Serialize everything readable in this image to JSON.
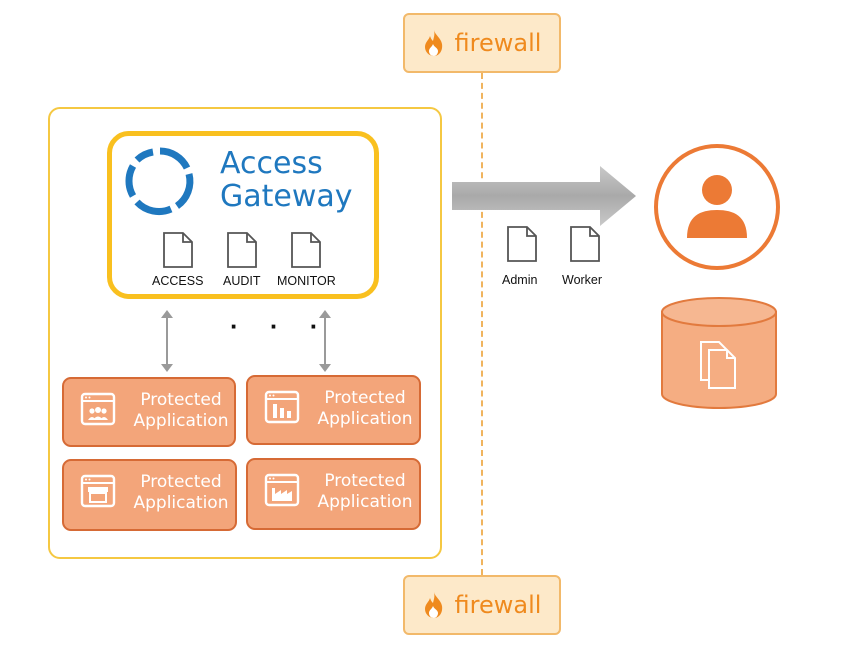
{
  "firewall": {
    "label": "firewall",
    "icon": "flame-icon"
  },
  "gateway": {
    "title_line1": "Access",
    "title_line2": "Gateway",
    "logo": "ring-logo"
  },
  "gateway_docs": [
    {
      "label": "ACCESS",
      "icon": "document-icon"
    },
    {
      "label": "AUDIT",
      "icon": "document-icon"
    },
    {
      "label": "MONITOR",
      "icon": "document-icon"
    }
  ],
  "ellipsis": "· · ·",
  "applications": [
    {
      "label_line1": "Protected",
      "label_line2": "Application",
      "icon": "users-window-icon"
    },
    {
      "label_line1": "Protected",
      "label_line2": "Application",
      "icon": "chart-window-icon"
    },
    {
      "label_line1": "Protected",
      "label_line2": "Application",
      "icon": "store-window-icon"
    },
    {
      "label_line1": "Protected",
      "label_line2": "Application",
      "icon": "factory-window-icon"
    }
  ],
  "transfer_docs": [
    {
      "label": "Admin",
      "icon": "document-icon"
    },
    {
      "label": "Worker",
      "icon": "document-icon"
    }
  ],
  "user": {
    "icon": "user-icon"
  },
  "database": {
    "icon": "database-documents-icon"
  },
  "colors": {
    "accent_orange": "#ef8a1e",
    "gateway_border": "#f9c01f",
    "gateway_blue": "#1f78bf",
    "app_fill": "#f3a57a",
    "user_ring": "#ec7a35"
  }
}
